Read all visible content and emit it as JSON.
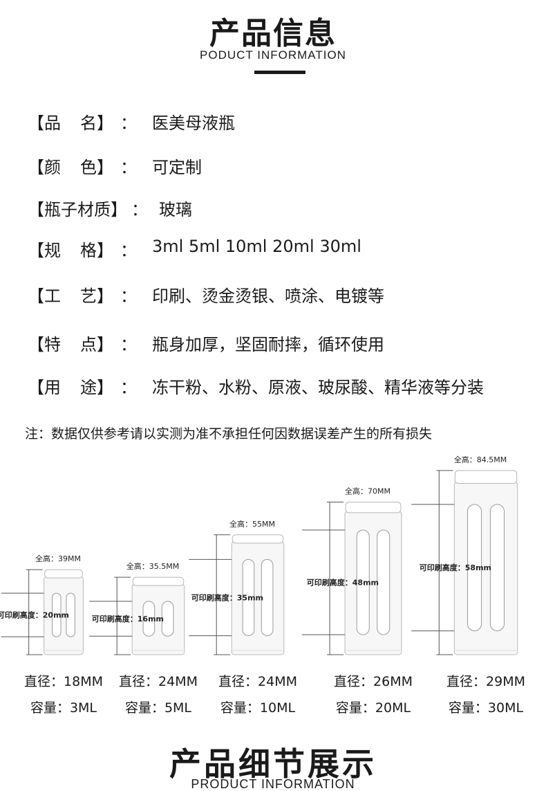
{
  "header": {
    "title": "产品信息",
    "subtitle": "PODUCT INFORMATION"
  },
  "specs": [
    {
      "label": "【品　名】",
      "label_chars": [
        "【品",
        "名】"
      ],
      "value": "医美母液瓶"
    },
    {
      "label": "【颜　色】",
      "label_chars": [
        "【颜",
        "色】"
      ],
      "value": "可定制"
    },
    {
      "label": "【瓶子材质】",
      "label_chars": [
        "【瓶子材质】"
      ],
      "value": "玻璃"
    },
    {
      "label": "【规　格】",
      "label_chars": [
        "【规",
        "格】"
      ],
      "value": "3ml 5ml 10ml 20ml 30ml"
    },
    {
      "label": "【工　艺】",
      "label_chars": [
        "【工",
        "艺】"
      ],
      "value": "印刷、烫金烫银、喷涂、电镀等"
    },
    {
      "label": "【特　点】",
      "label_chars": [
        "【特",
        "点】"
      ],
      "value": "瓶身加厚，坚固耐摔，循环使用"
    },
    {
      "label": "【用　途】",
      "label_chars": [
        "【用",
        "途】"
      ],
      "value": "冻干粉、水粉、原液、玻尿酸、精华液等分装"
    }
  ],
  "colon": "：",
  "note": "注：数据仅供参考请以实测为准不承担任何因数据误差产生的所有损失",
  "bottles": [
    {
      "height_label": "全高：39MM",
      "print_label": "可印刷高度：20mm",
      "diameter": "直径：18MM",
      "capacity": "容量：3ML",
      "total_mm": 39,
      "print_mm": 20,
      "diameter_mm": 18
    },
    {
      "height_label": "全高：35.5MM",
      "print_label": "可印刷高度：16mm",
      "diameter": "直径：24MM",
      "capacity": "容量：5ML",
      "total_mm": 35.5,
      "print_mm": 16,
      "diameter_mm": 24
    },
    {
      "height_label": "全高：55MM",
      "print_label": "可印刷高度：35mm",
      "diameter": "直径：24MM",
      "capacity": "容量：10ML",
      "total_mm": 55,
      "print_mm": 35,
      "diameter_mm": 24
    },
    {
      "height_label": "全高：70MM",
      "print_label": "可印刷高度：48mm",
      "diameter": "直径：26MM",
      "capacity": "容量：20ML",
      "total_mm": 70,
      "print_mm": 48,
      "diameter_mm": 26
    },
    {
      "height_label": "全高：84.5MM",
      "print_label": "可印刷高度：58mm",
      "diameter": "直径：29MM",
      "capacity": "容量：30ML",
      "total_mm": 84.5,
      "print_mm": 58,
      "diameter_mm": 29
    }
  ],
  "section2": {
    "title": "产品细节展示",
    "subtitle": "PRODUCT INFORMATION"
  },
  "colors": {
    "text": "#1a1a1a",
    "bottle_fill": "#f7f7f7",
    "bottle_stroke": "#b8b8b8",
    "window": "#ffffff"
  }
}
